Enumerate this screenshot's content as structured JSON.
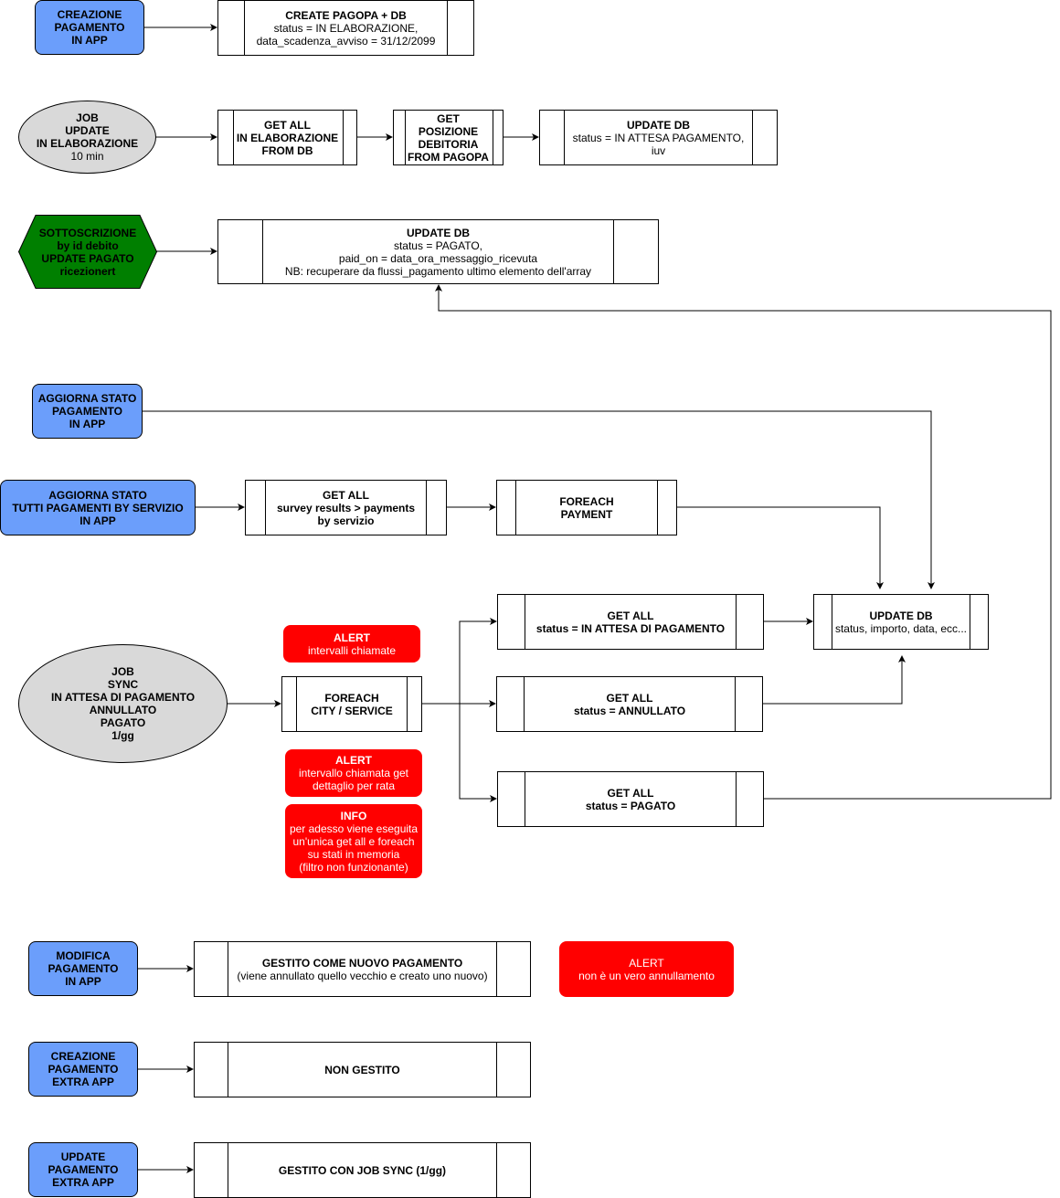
{
  "nodes": {
    "creazione_app": [
      "CREAZIONE",
      "PAGAMENTO",
      "IN APP"
    ],
    "create_pagopa": [
      "CREATE PAGOPA + DB",
      "status = IN ELABORAZIONE,",
      "data_scadenza_avviso = 31/12/2099"
    ],
    "job_update": [
      "JOB",
      "UPDATE",
      "IN ELABORAZIONE",
      "10 min"
    ],
    "get_all_elab": [
      "GET ALL",
      "IN ELABORAZIONE",
      "FROM DB"
    ],
    "get_posizione": [
      "GET",
      "POSIZIONE",
      "DEBITORIA",
      "FROM PAGOPA"
    ],
    "update_db_attesa": [
      "UPDATE DB",
      "status = IN ATTESA PAGAMENTO,",
      "iuv"
    ],
    "sottoscrizione": [
      "SOTTOSCRIZIONE",
      "by id debito",
      "UPDATE PAGATO",
      "ricezionert"
    ],
    "update_db_pagato": [
      "UPDATE DB",
      "status = PAGATO,",
      "paid_on = data_ora_messaggio_ricevuta",
      "NB: recuperare da flussi_pagamento ultimo elemento dell'array"
    ],
    "aggiorna_stato": [
      "AGGIORNA STATO",
      "PAGAMENTO",
      "IN APP"
    ],
    "aggiorna_tutti": [
      "AGGIORNA STATO",
      "TUTTI PAGAMENTI BY SERVIZIO",
      "IN APP"
    ],
    "get_all_survey": [
      "GET ALL",
      "survey results > payments",
      "by servizio"
    ],
    "foreach_payment": [
      "FOREACH",
      "PAYMENT"
    ],
    "update_db_generic": [
      "UPDATE DB",
      "status, importo, data, ecc..."
    ],
    "alert_intervalli": [
      "ALERT",
      "intervalli chiamate"
    ],
    "job_sync": [
      "JOB",
      "SYNC",
      "IN ATTESA DI PAGAMENTO",
      "ANNULLATO",
      "PAGATO",
      "1/gg"
    ],
    "foreach_city": [
      "FOREACH",
      "CITY / SERVICE"
    ],
    "get_all_attesa": [
      "GET ALL",
      "status = IN ATTESA DI PAGAMENTO"
    ],
    "get_all_annullato": [
      "GET ALL",
      "status = ANNULLATO"
    ],
    "get_all_pagato": [
      "GET ALL",
      "status = PAGATO"
    ],
    "alert_dettaglio": [
      "ALERT",
      "intervallo chiamata get",
      "dettaglio per rata"
    ],
    "info_memoria": [
      "INFO",
      "per adesso viene eseguita",
      "un'unica get all e foreach",
      "su stati in memoria",
      "(filtro non funzionante)"
    ],
    "modifica_app": [
      "MODIFICA",
      "PAGAMENTO",
      "IN APP"
    ],
    "gestito_nuovo": [
      "GESTITO COME NUOVO PAGAMENTO",
      "(viene annullato quello vecchio e creato uno nuovo)"
    ],
    "alert_annullamento": [
      "ALERT",
      "non è un vero annullamento"
    ],
    "creazione_extra": [
      "CREAZIONE",
      "PAGAMENTO",
      "EXTRA APP"
    ],
    "non_gestito": [
      "NON GESTITO"
    ],
    "update_extra": [
      "UPDATE",
      "PAGAMENTO",
      "EXTRA APP"
    ],
    "gestito_sync": [
      "GESTITO CON JOB SYNC (1/gg)"
    ]
  },
  "colors": {
    "trigger": "#6b9efb",
    "ellipse": "#d9d9d9",
    "alert": "#ff0000",
    "hexagon": "#007f00",
    "line": "#000000"
  }
}
